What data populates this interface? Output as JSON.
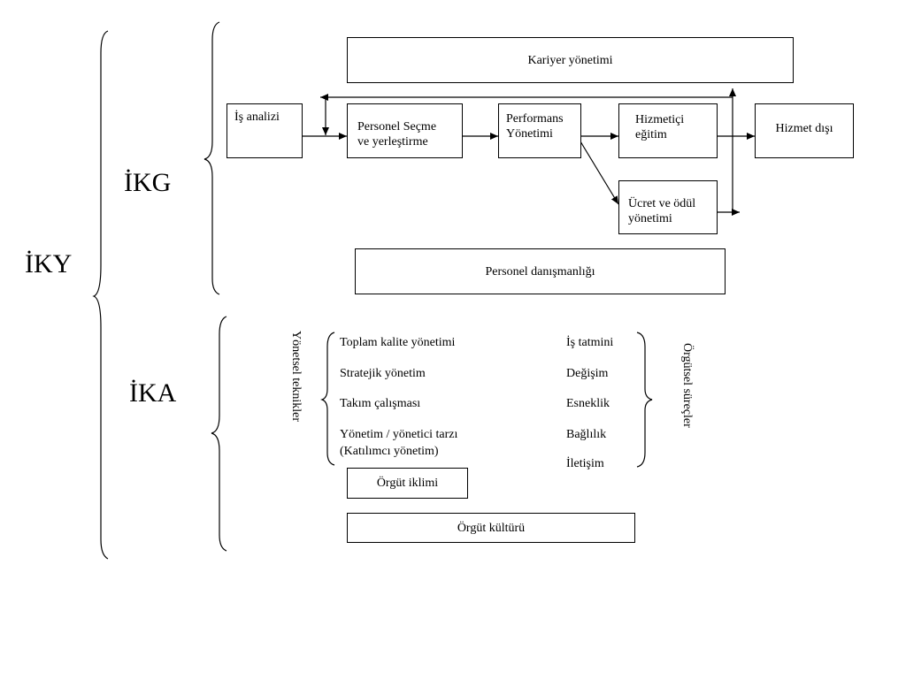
{
  "left_labels": {
    "iky": "İKY",
    "ikg": "İKG",
    "ika": "İKA"
  },
  "ikg": {
    "kariyer": "Kariyer yönetimi",
    "is_analizi": "İş analizi",
    "secme_l1": "Personel Seçme",
    "secme_l2": "ve yerleştirme",
    "perf_l1": "Performans",
    "perf_l2": "Yönetimi",
    "hizmetici_l1": "Hizmetiçi",
    "hizmetici_l2": "eğitim",
    "ucret_l1": "Ücret ve ödül",
    "ucret_l2": "yönetimi",
    "hizmet_disi": "Hizmet dışı",
    "danismanlik": "Personel danışmanlığı"
  },
  "ika": {
    "yonetsel_label": "Yönetsel teknikler",
    "orgutsel_label": "Örgütsel süreçler",
    "yonetsel_items": [
      "Toplam kalite yönetimi",
      "Stratejik yönetim",
      "Takım çalışması",
      "Yönetim / yönetici tarzı",
      "(Katılımcı yönetim)"
    ],
    "orgutsel_items": [
      "İş tatmini",
      "Değişim",
      "Esneklik",
      "Bağlılık",
      "İletişim"
    ],
    "orgut_iklimi": "Örgüt iklimi",
    "orgut_kulturu": "Örgüt kültürü"
  }
}
